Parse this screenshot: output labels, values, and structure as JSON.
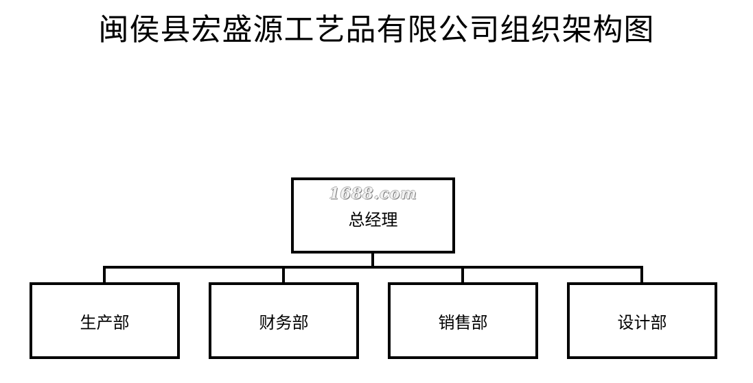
{
  "title": "闽侯县宏盛源工艺品有限公司组织架构图",
  "watermark": "1688.com",
  "root": {
    "label": "总经理"
  },
  "departments": [
    {
      "label": "生产部"
    },
    {
      "label": "财务部"
    },
    {
      "label": "销售部"
    },
    {
      "label": "设计部"
    }
  ]
}
